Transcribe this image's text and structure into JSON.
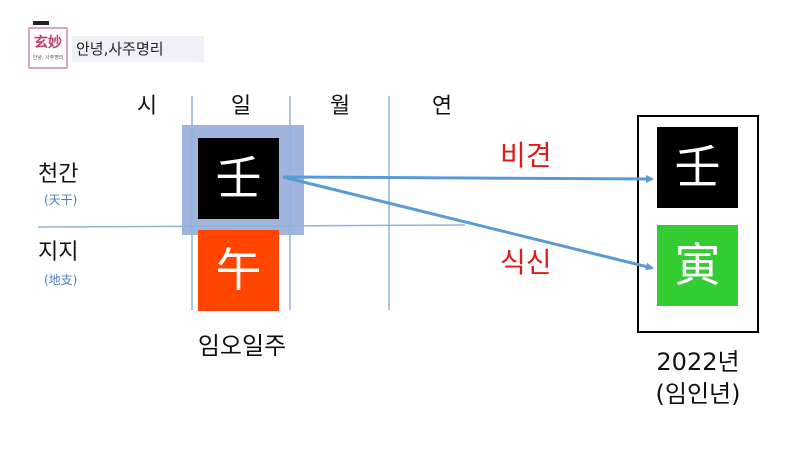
{
  "header": {
    "logo_title": "玄妙",
    "logo_subtitle": "안녕, 사주명리",
    "title": "안녕,사주명리"
  },
  "columns": [
    "시",
    "일",
    "월",
    "연"
  ],
  "rows": [
    {
      "label": "천간",
      "sub": "(天干)"
    },
    {
      "label": "지지",
      "sub": "(地支)"
    }
  ],
  "day_pillar": {
    "stem": "壬",
    "branch": "午",
    "caption": "임오일주",
    "stem_color": "#000000",
    "branch_color": "#ff4500",
    "highlight_color": "#8fa8d8"
  },
  "year_box": {
    "stem": "壬",
    "branch": "寅",
    "stem_color": "#000000",
    "branch_color": "#33cc33",
    "caption_line1": "2022년",
    "caption_line2": "(임인년)"
  },
  "relations": [
    {
      "label": "비견",
      "color": "#e0191b"
    },
    {
      "label": "식신",
      "color": "#e0191b"
    }
  ],
  "colors": {
    "arrow": "#5b9bd5",
    "grid": "#8fb3dc"
  }
}
